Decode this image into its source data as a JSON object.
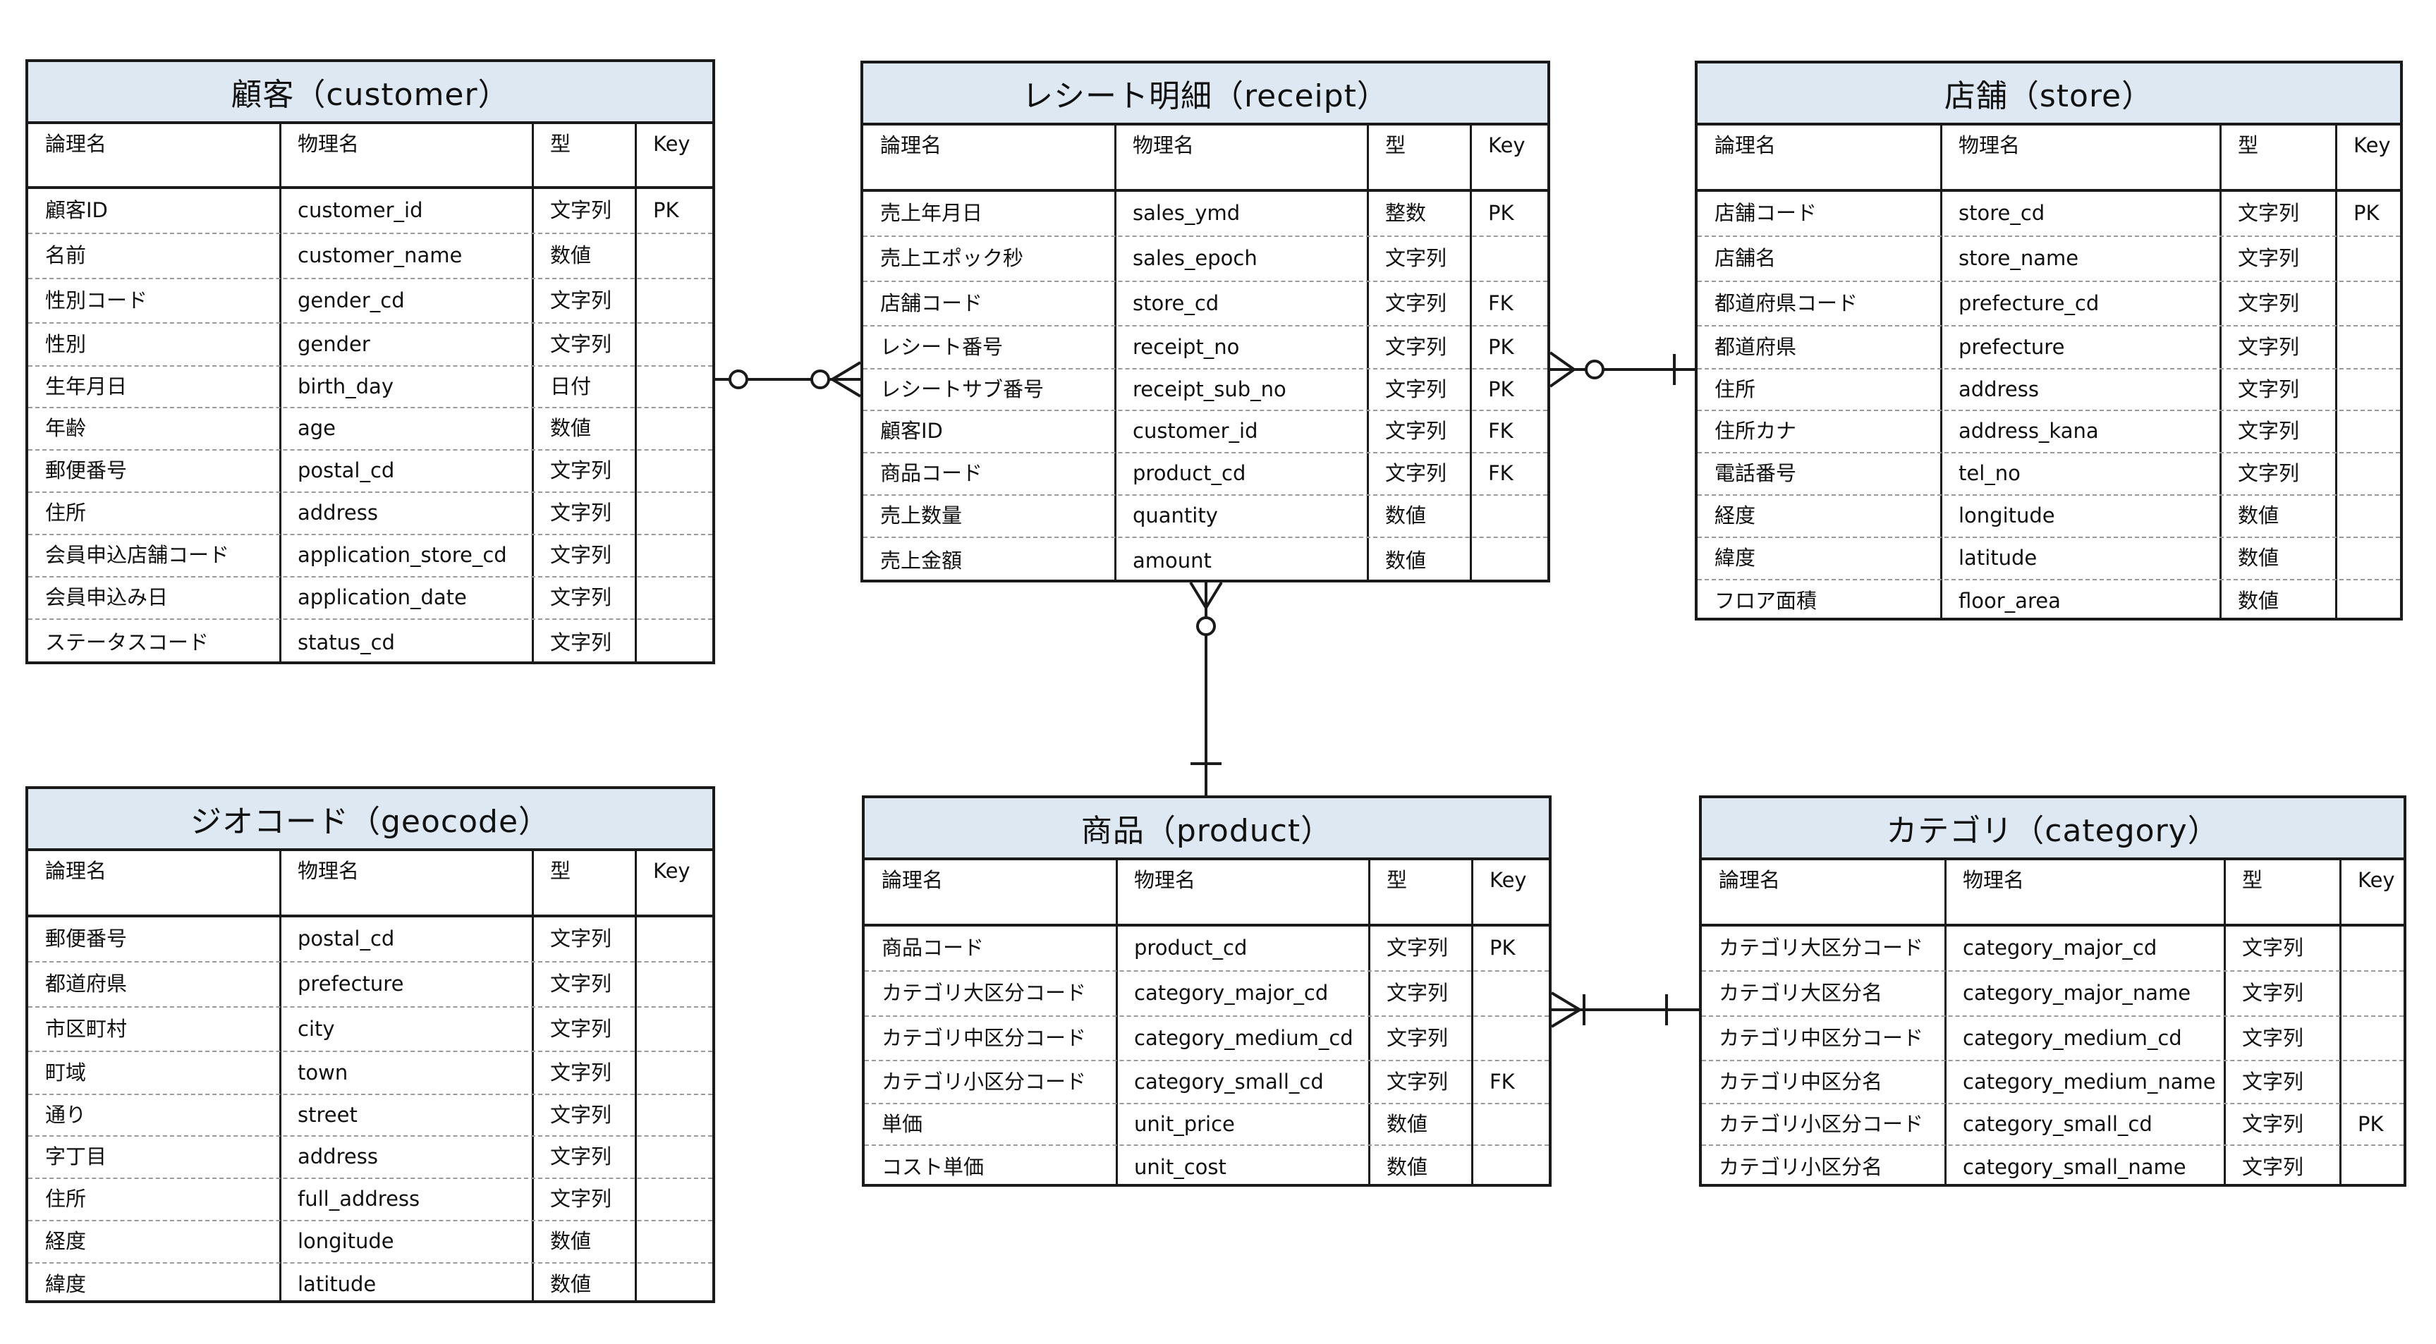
{
  "columns": [
    "論理名",
    "物理名",
    "型",
    "Key"
  ],
  "entities": [
    {
      "id": "customer",
      "title": "顧客（customer）",
      "rows": [
        [
          "顧客ID",
          "customer_id",
          "文字列",
          "PK"
        ],
        [
          "名前",
          "customer_name",
          "数値",
          ""
        ],
        [
          "性別コード",
          "gender_cd",
          "文字列",
          ""
        ],
        [
          "性別",
          "gender",
          "文字列",
          ""
        ],
        [
          "生年月日",
          "birth_day",
          "日付",
          ""
        ],
        [
          "年齢",
          "age",
          "数値",
          ""
        ],
        [
          "郵便番号",
          "postal_cd",
          "文字列",
          ""
        ],
        [
          "住所",
          "address",
          "文字列",
          ""
        ],
        [
          "会員申込店舗コード",
          "application_store_cd",
          "文字列",
          ""
        ],
        [
          "会員申込み日",
          "application_date",
          "文字列",
          ""
        ],
        [
          "ステータスコード",
          "status_cd",
          "文字列",
          ""
        ]
      ]
    },
    {
      "id": "receipt",
      "title": "レシート明細（receipt）",
      "rows": [
        [
          "売上年月日",
          "sales_ymd",
          "整数",
          "PK"
        ],
        [
          "売上エポック秒",
          "sales_epoch",
          "文字列",
          ""
        ],
        [
          "店舗コード",
          "store_cd",
          "文字列",
          "FK"
        ],
        [
          "レシート番号",
          "receipt_no",
          "文字列",
          "PK"
        ],
        [
          "レシートサブ番号",
          "receipt_sub_no",
          "文字列",
          "PK"
        ],
        [
          "顧客ID",
          "customer_id",
          "文字列",
          "FK"
        ],
        [
          "商品コード",
          "product_cd",
          "文字列",
          "FK"
        ],
        [
          "売上数量",
          "quantity",
          "数値",
          ""
        ],
        [
          "売上金額",
          "amount",
          "数値",
          ""
        ]
      ]
    },
    {
      "id": "store",
      "title": "店舗（store）",
      "rows": [
        [
          "店舗コード",
          "store_cd",
          "文字列",
          "PK"
        ],
        [
          "店舗名",
          "store_name",
          "文字列",
          ""
        ],
        [
          "都道府県コード",
          "prefecture_cd",
          "文字列",
          ""
        ],
        [
          "都道府県",
          "prefecture",
          "文字列",
          ""
        ],
        [
          "住所",
          "address",
          "文字列",
          ""
        ],
        [
          "住所カナ",
          "address_kana",
          "文字列",
          ""
        ],
        [
          "電話番号",
          "tel_no",
          "文字列",
          ""
        ],
        [
          "経度",
          "longitude",
          "数値",
          ""
        ],
        [
          "緯度",
          "latitude",
          "数値",
          ""
        ],
        [
          "フロア面積",
          "floor_area",
          "数値",
          ""
        ]
      ]
    },
    {
      "id": "geocode",
      "title": "ジオコード（geocode）",
      "rows": [
        [
          "郵便番号",
          "postal_cd",
          "文字列",
          ""
        ],
        [
          "都道府県",
          "prefecture",
          "文字列",
          ""
        ],
        [
          "市区町村",
          "city",
          "文字列",
          ""
        ],
        [
          "町域",
          "town",
          "文字列",
          ""
        ],
        [
          "通り",
          "street",
          "文字列",
          ""
        ],
        [
          "字丁目",
          "address",
          "文字列",
          ""
        ],
        [
          "住所",
          "full_address",
          "文字列",
          ""
        ],
        [
          "経度",
          "longitude",
          "数値",
          ""
        ],
        [
          "緯度",
          "latitude",
          "数値",
          ""
        ]
      ]
    },
    {
      "id": "product",
      "title": "商品（product）",
      "rows": [
        [
          "商品コード",
          "product_cd",
          "文字列",
          "PK"
        ],
        [
          "カテゴリ大区分コード",
          "category_major_cd",
          "文字列",
          ""
        ],
        [
          "カテゴリ中区分コード",
          "category_medium_cd",
          "文字列",
          ""
        ],
        [
          "カテゴリ小区分コード",
          "category_small_cd",
          "文字列",
          "FK"
        ],
        [
          "単価",
          "unit_price",
          "数値",
          ""
        ],
        [
          "コスト単価",
          "unit_cost",
          "数値",
          ""
        ]
      ]
    },
    {
      "id": "category",
      "title": "カテゴリ（category）",
      "rows": [
        [
          "カテゴリ大区分コード",
          "category_major_cd",
          "文字列",
          ""
        ],
        [
          "カテゴリ大区分名",
          "category_major_name",
          "文字列",
          ""
        ],
        [
          "カテゴリ中区分コード",
          "category_medium_cd",
          "文字列",
          ""
        ],
        [
          "カテゴリ中区分名",
          "category_medium_name",
          "文字列",
          ""
        ],
        [
          "カテゴリ小区分コード",
          "category_small_cd",
          "文字列",
          "PK"
        ],
        [
          "カテゴリ小区分名",
          "category_small_name",
          "文字列",
          ""
        ]
      ]
    }
  ],
  "relationships": [
    {
      "from": "customer",
      "to": "receipt",
      "from_end": "zero-or-one",
      "to_end": "zero-or-many"
    },
    {
      "from": "receipt",
      "to": "store",
      "from_end": "zero-or-many",
      "to_end": "exactly-one"
    },
    {
      "from": "receipt",
      "to": "product",
      "from_end": "zero-or-many",
      "to_end": "exactly-one"
    },
    {
      "from": "product",
      "to": "category",
      "from_end": "one-or-many",
      "to_end": "exactly-one"
    }
  ],
  "colors": {
    "title_fill": "#dde8f3",
    "border": "#1a1a1a",
    "row_divider": "#9a9a9a"
  }
}
